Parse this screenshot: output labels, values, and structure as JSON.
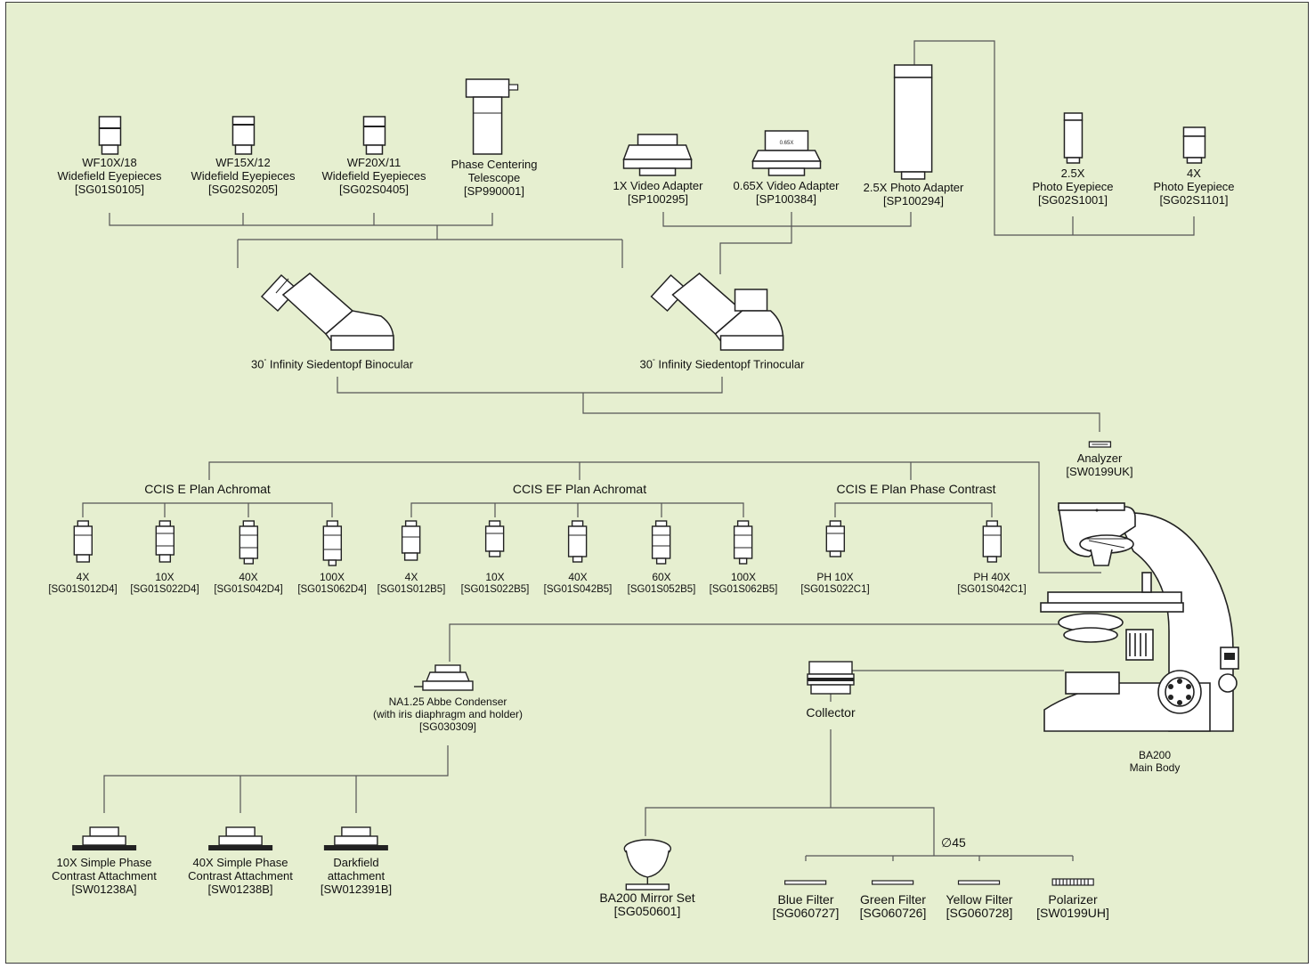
{
  "eyepieces": [
    {
      "name": "WF10X/18",
      "type": "Widefield Eyepieces",
      "code": "[SG01S0105]"
    },
    {
      "name": "WF15X/12",
      "type": "Widefield Eyepieces",
      "code": "[SG02S0205]"
    },
    {
      "name": "WF20X/11",
      "type": "Widefield Eyepieces",
      "code": "[SG02S0405]"
    }
  ],
  "telescope": {
    "line1": "Phase Centering",
    "line2": "Telescope",
    "code": "[SP990001]"
  },
  "adapters": [
    {
      "name": "1X Video Adapter",
      "code": "[SP100295]"
    },
    {
      "name": "0.65X Video Adapter",
      "code": "[SP100384]",
      "marking": "0.65X"
    },
    {
      "name": "2.5X Photo Adapter",
      "code": "[SP100294]"
    }
  ],
  "photo_eyepieces": [
    {
      "name": "2.5X",
      "type": "Photo Eyepiece",
      "code": "[SG02S1001]"
    },
    {
      "name": "4X",
      "type": "Photo Eyepiece",
      "code": "[SG02S1101]"
    }
  ],
  "heads": {
    "binocular": {
      "prefix": "30",
      "suffix": "Infinity Siedentopf Binocular"
    },
    "trinocular": {
      "prefix": "30",
      "suffix": "Infinity Siedentopf Trinocular"
    }
  },
  "analyzer": {
    "name": "Analyzer",
    "code": "[SW0199UK]"
  },
  "objective_groups": [
    {
      "title": "CCIS E Plan Achromat",
      "objectives": [
        {
          "mag": "4X",
          "code": "[SG01S012D4]"
        },
        {
          "mag": "10X",
          "code": "[SG01S022D4]"
        },
        {
          "mag": "40X",
          "code": "[SG01S042D4]"
        },
        {
          "mag": "100X",
          "code": "[SG01S062D4]"
        }
      ]
    },
    {
      "title": "CCIS EF Plan Achromat",
      "objectives": [
        {
          "mag": "4X",
          "code": "[SG01S012B5]"
        },
        {
          "mag": "10X",
          "code": "[SG01S022B5]"
        },
        {
          "mag": "40X",
          "code": "[SG01S042B5]"
        },
        {
          "mag": "60X",
          "code": "[SG01S052B5]"
        },
        {
          "mag": "100X",
          "code": "[SG01S062B5]"
        }
      ]
    },
    {
      "title": "CCIS E Plan Phase Contrast",
      "objectives": [
        {
          "mag": "PH 10X",
          "code": "[SG01S022C1]"
        },
        {
          "mag": "PH 40X",
          "code": "[SG01S042C1]"
        }
      ]
    }
  ],
  "condenser": {
    "line1": "NA1.25 Abbe Condenser",
    "line2": "(with iris diaphragm and holder)",
    "code": "[SG030309]"
  },
  "attachments": [
    {
      "line1": "10X Simple Phase",
      "line2": "Contrast Attachment",
      "code": "[SW01238A]"
    },
    {
      "line1": "40X Simple Phase",
      "line2": "Contrast Attachment",
      "code": "[SW01238B]"
    },
    {
      "line1": "Darkfield",
      "line2": "attachment",
      "code": "[SW012391B]"
    }
  ],
  "collector": {
    "name": "Collector"
  },
  "main_body": {
    "line1": "BA200",
    "line2": "Main Body"
  },
  "mirror": {
    "name": "BA200 Mirror Set",
    "code": "[SG050601]"
  },
  "filter_diameter": "∅45",
  "filters": [
    {
      "name": "Blue Filter",
      "code": "[SG060727]"
    },
    {
      "name": "Green Filter",
      "code": "[SG060726]"
    },
    {
      "name": "Yellow Filter",
      "code": "[SG060728]"
    },
    {
      "name": "Polarizer",
      "code": "[SW0199UH]"
    }
  ],
  "colors": {
    "background": "#e6efd0",
    "line": "#555555",
    "part": "#ffffff",
    "ink": "#222222"
  }
}
